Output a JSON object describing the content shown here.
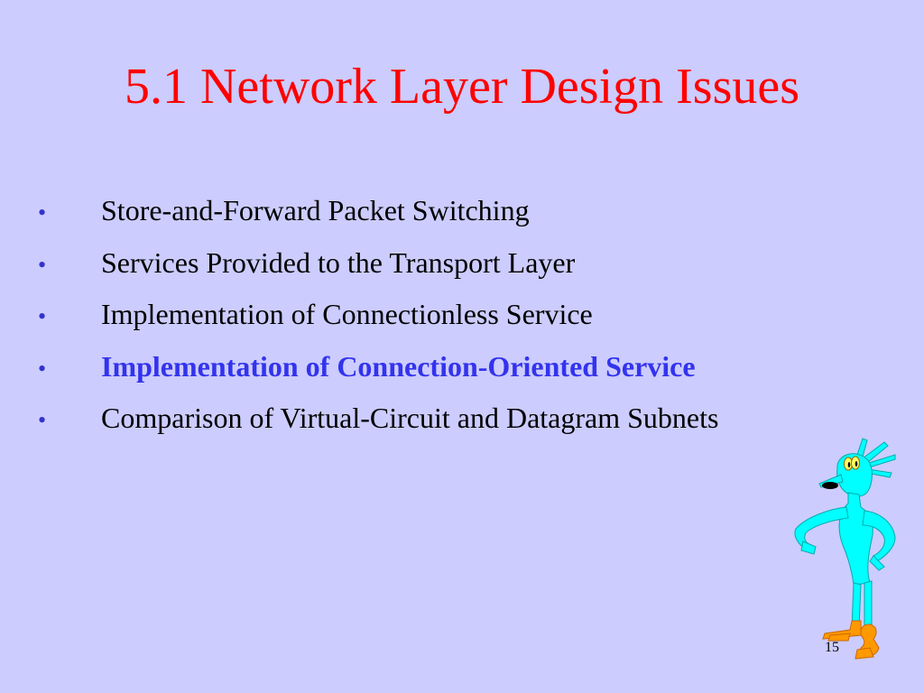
{
  "slide": {
    "title": "5.1   Network Layer Design Issues",
    "bullet_glyph": "•",
    "bullets": [
      {
        "text": "Store-and-Forward Packet Switching",
        "highlighted": false
      },
      {
        "text": "Services Provided to the Transport Layer",
        "highlighted": false
      },
      {
        "text": "Implementation of Connectionless Service",
        "highlighted": false
      },
      {
        "text": "Implementation of Connection-Oriented Service",
        "highlighted": true
      },
      {
        "text": "Comparison of Virtual-Circuit and Datagram Subnets",
        "highlighted": false
      }
    ],
    "page_number": "15",
    "figure_icon": "cartoon-character-clipart"
  },
  "colors": {
    "background": "#ccccff",
    "title": "#ff0000",
    "bullet": "#3333cc",
    "body_text": "#000000",
    "highlight_text": "#3333ee",
    "figure_body": "#00ffff",
    "figure_feet": "#ff9900"
  }
}
